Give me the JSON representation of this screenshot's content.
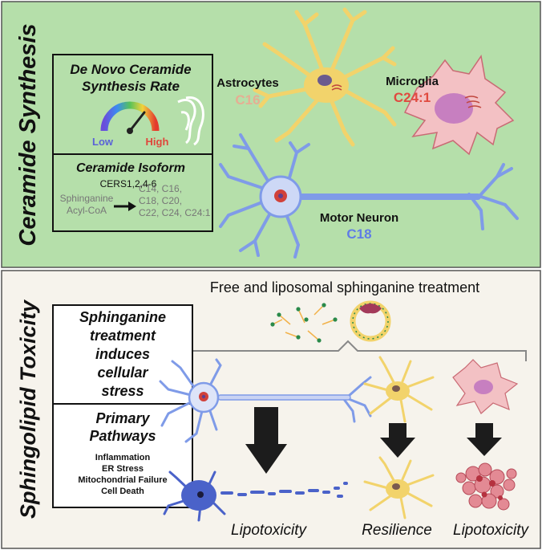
{
  "top_panel": {
    "title": "Ceramide Synthesis",
    "rate_box": {
      "title_line1": "De Novo Ceramide",
      "title_line2": "Synthesis Rate",
      "low_label": "Low",
      "high_label": "High"
    },
    "isoform_box": {
      "title": "Ceramide Isoform",
      "enzymes": "CERS1,2,4-6",
      "substrate_line1": "Sphinganine",
      "substrate_line2": "Acyl-CoA",
      "products_line1": "C14, C16,",
      "products_line2": "C18, C20,",
      "products_line3": "C22, C24, C24:1"
    },
    "astrocytes": {
      "name": "Astrocytes",
      "isoform": "C16"
    },
    "microglia": {
      "name": "Microglia",
      "isoform": "C24:1"
    },
    "motor_neuron": {
      "name": "Motor Neuron",
      "isoform": "C18"
    }
  },
  "bottom_panel": {
    "title": "Sphingolipid Toxicity",
    "treatment_title": "Free and liposomal sphinganine treatment",
    "stress_box": {
      "line1": "Sphinganine",
      "line2": "treatment",
      "line3": "induces",
      "line4": "cellular",
      "line5": "stress"
    },
    "pathways_box": {
      "title_line1": "Primary",
      "title_line2": "Pathways",
      "items": [
        "Inflammation",
        "ER Stress",
        "Mitochondrial Failure",
        "Cell Death"
      ]
    },
    "outcomes": {
      "neuron": "Lipotoxicity",
      "astrocyte": "Resilience",
      "microglia": "Lipotoxicity"
    }
  },
  "colors": {
    "top_bg": "#b5dfaa",
    "bottom_bg": "#f6f3ec",
    "astrocyte": "#f2d36b",
    "microglia": "#f3c1c4",
    "neuron": "#7f9be8",
    "c16": "#e6ae93",
    "c24": "#e04a3f",
    "c18": "#5f7ce6"
  }
}
